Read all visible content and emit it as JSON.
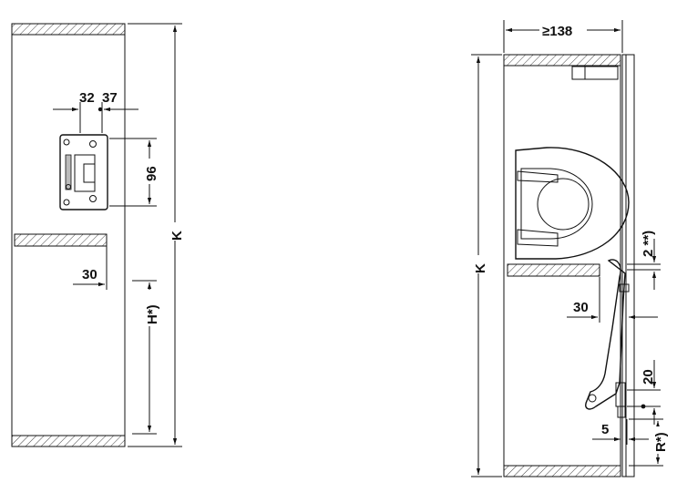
{
  "left_view": {
    "dims": {
      "d32": "32",
      "d37": "37",
      "d96": "96",
      "d30": "30",
      "k": "K",
      "h": "H*)"
    }
  },
  "right_view": {
    "dims": {
      "d138": "≥138",
      "k": "K",
      "d2": "2 **)",
      "d30": "30",
      "d20": "20",
      "d5": "5",
      "r": "R*)"
    }
  },
  "colors": {
    "line": "#111111",
    "fitting_fill": "#e6e6e6",
    "fitting_dark": "#bdbdbd"
  }
}
